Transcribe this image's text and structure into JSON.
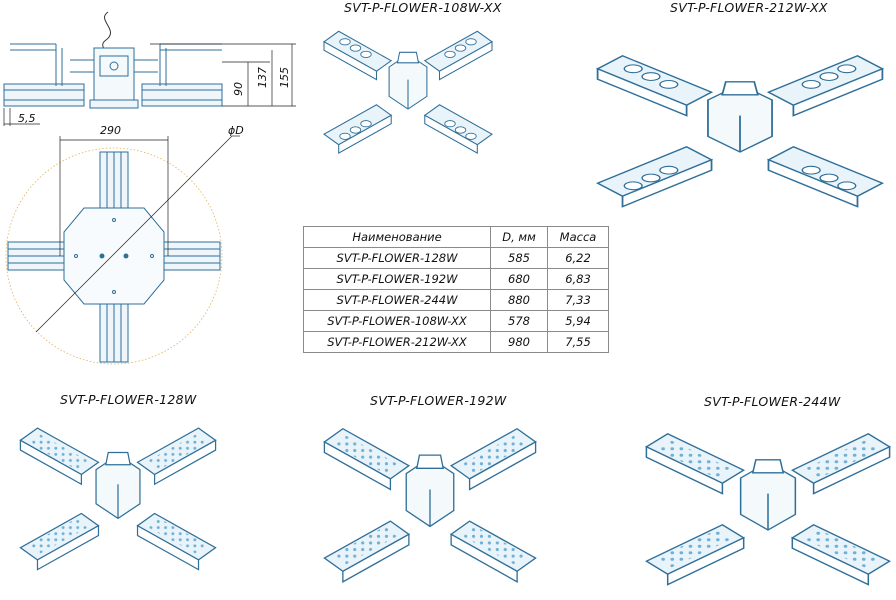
{
  "titles": {
    "f108": "SVT-P-FLOWER-108W-XX",
    "f212": "SVT-P-FLOWER-212W-XX",
    "f128": "SVT-P-FLOWER-128W",
    "f192": "SVT-P-FLOWER-192W",
    "f244": "SVT-P-FLOWER-244W"
  },
  "dimensions": {
    "d90": "90",
    "d137": "137",
    "d155": "155",
    "d55": "5,5",
    "d290": "290",
    "dD": "ϕD"
  },
  "table": {
    "headers": [
      "Наименование",
      "D, мм",
      "Масса"
    ],
    "rows": [
      [
        "SVT-P-FLOWER-128W",
        "585",
        "6,22"
      ],
      [
        "SVT-P-FLOWER-192W",
        "680",
        "6,83"
      ],
      [
        "SVT-P-FLOWER-244W",
        "880",
        "7,33"
      ],
      [
        "SVT-P-FLOWER-108W-XX",
        "578",
        "5,94"
      ],
      [
        "SVT-P-FLOWER-212W-XX",
        "980",
        "7,55"
      ]
    ]
  },
  "colors": {
    "line": "#2f6f99",
    "fill": "#e8f3fa",
    "led": "#6fb0d6",
    "circle": "#e0b060"
  }
}
